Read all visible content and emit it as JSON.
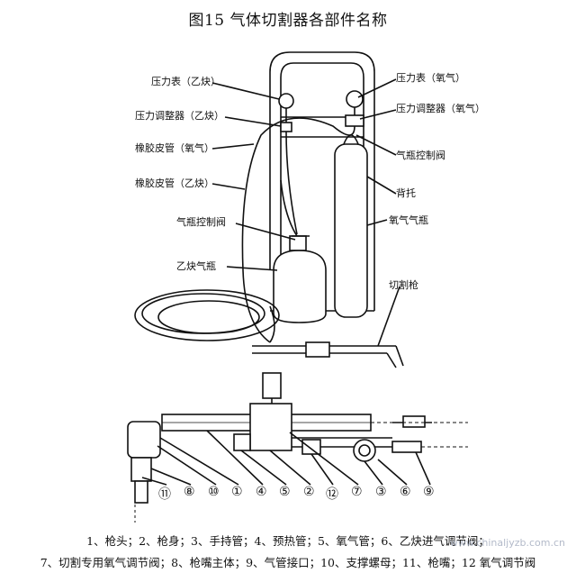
{
  "title": "图15 气体切割器各部件名称",
  "labels": {
    "gauge_acetylene": "压力表（乙炔）",
    "gauge_oxygen": "压力表（氧气）",
    "regulator_acetylene": "压力调整器（乙炔）",
    "regulator_oxygen": "压力调整器（氧气）",
    "hose_oxygen": "橡胶皮管（氧气）",
    "hose_acetylene": "橡胶皮管（乙炔）",
    "valve_right": "气瓶控制阀",
    "valve_left": "气瓶控制阀",
    "bracket": "背托",
    "oxygen_cylinder": "氧气气瓶",
    "acetylene_cylinder": "乙炔气瓶",
    "cutting_torch": "切割枪"
  },
  "part_numbers": [
    "⑪",
    "⑧",
    "⑩",
    "①",
    "④",
    "⑤",
    "②",
    "⑫",
    "⑦",
    "③",
    "⑥",
    "⑨"
  ],
  "caption": {
    "line1": "1、枪头；2、枪身；3、手持管；4、预热管；5、氧气管；6、乙炔进气调节阀；",
    "line2": "7、切割专用氧气调节阀；8、枪嘴主体；9、气管接口；10、支撑螺母；11、枪嘴；12 氧气调节阀"
  },
  "watermark": "www.chinaljyzb.com.cn"
}
